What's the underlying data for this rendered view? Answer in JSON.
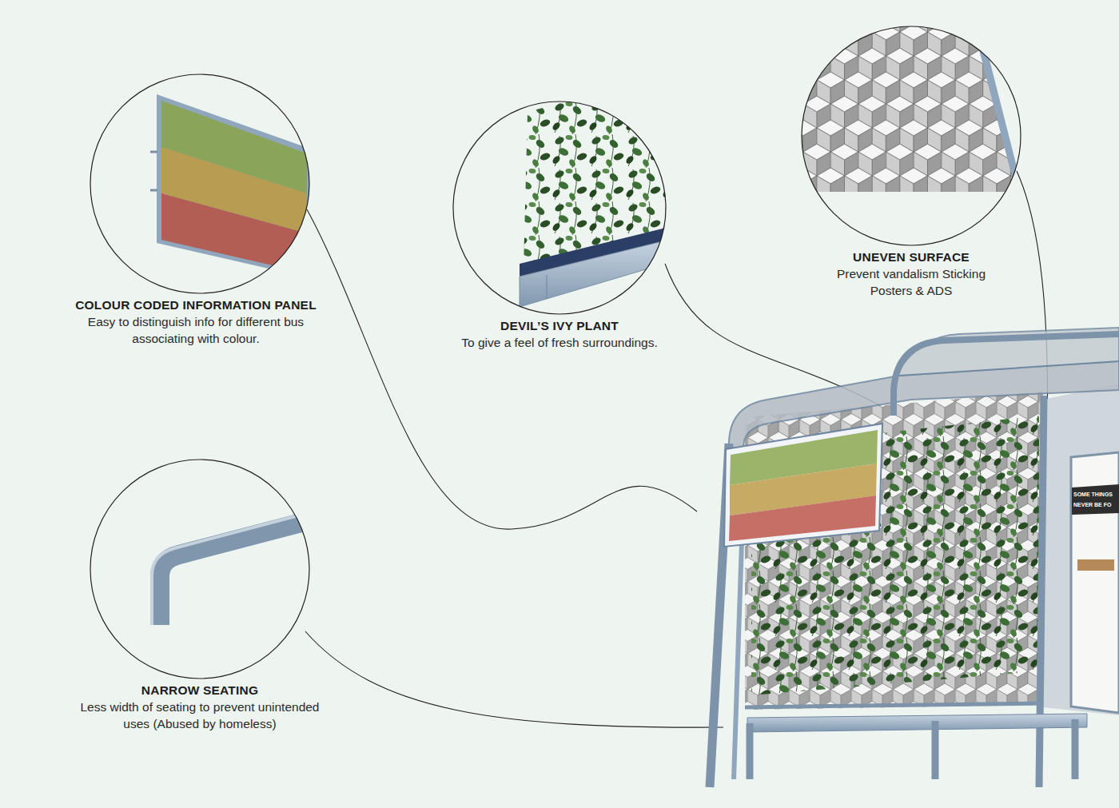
{
  "diagram": {
    "nodes": [
      {
        "text": [
          "COLOUR CODED INFORMATION PANEL",
          "Easy to distinguish info for different bus associating with colour."
        ]
      },
      {
        "text": [
          "DEVIL’S IVY PLANT",
          "To give a feel of fresh surroundings."
        ]
      },
      {
        "text": [
          "UNEVEN SURFACE",
          "Prevent vandalism Sticking Posters & ADS"
        ]
      },
      {
        "text": [
          "NARROW SEATING",
          "Less width of seating to prevent unintended uses (Abused by homeless)"
        ]
      }
    ],
    "labels": [
      "SOME THINGS",
      "NEVER BE FO"
    ]
  }
}
